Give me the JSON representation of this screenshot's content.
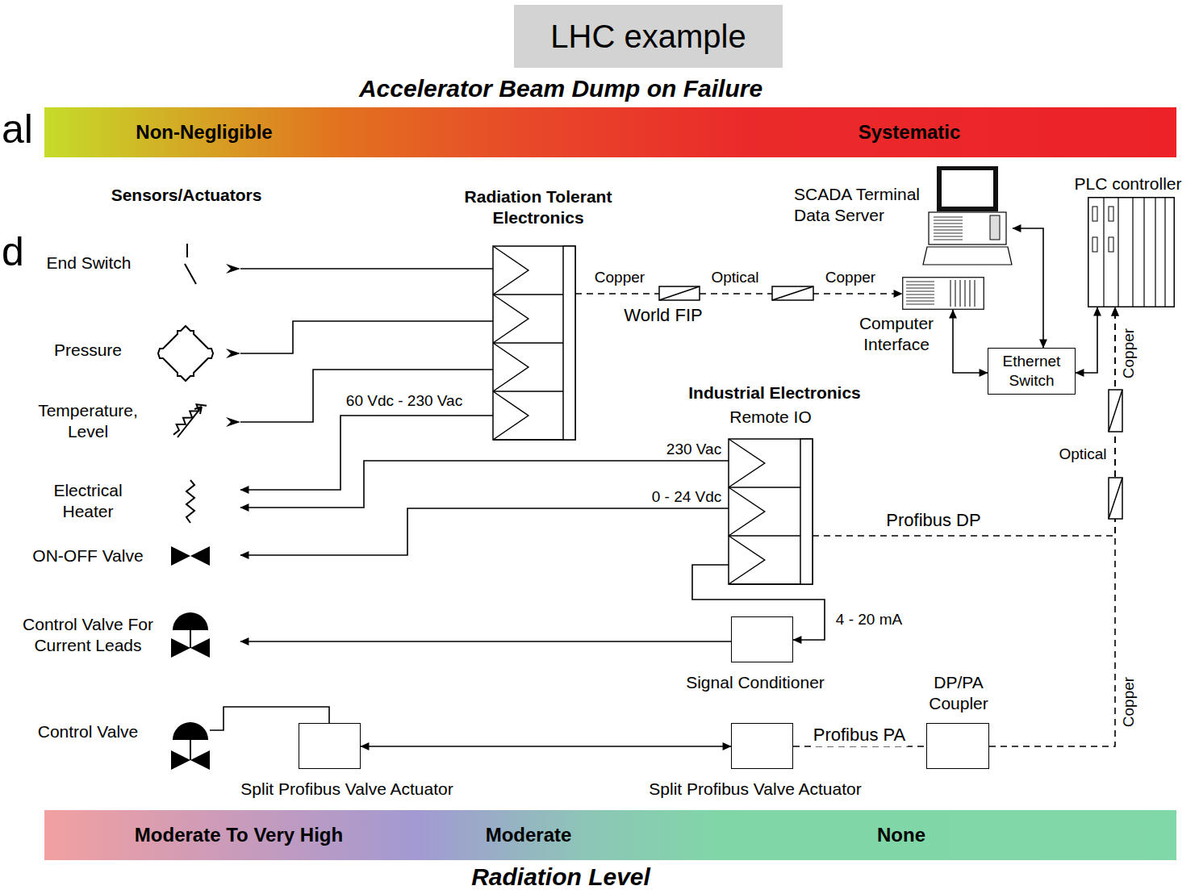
{
  "diagram": {
    "title": "LHC example",
    "nodes": [
      {
        "text": [
          "Accelerator Beam Dump on Failure",
          "Non-Negligible",
          "Systematic"
        ]
      },
      {
        "text": [
          "End Switch"
        ]
      },
      {
        "text": [
          "Pressure"
        ]
      },
      {
        "text": [
          "Temperature, Level"
        ]
      },
      {
        "text": [
          "Electrical Heater"
        ]
      },
      {
        "text": [
          "ON-OFF Valve"
        ]
      },
      {
        "text": [
          "Control Valve For Current Leads"
        ]
      },
      {
        "text": [
          "Control Valve"
        ]
      },
      {
        "text": [
          "Radiation Tolerant Electronics"
        ]
      },
      {
        "text": [
          "SCADA Terminal Data Server"
        ]
      },
      {
        "text": [
          "PLC controller"
        ]
      },
      {
        "text": [
          "Computer Interface"
        ]
      },
      {
        "text": [
          "Ethernet Switch"
        ]
      },
      {
        "text": [
          "Industrial Electronics",
          "Remote IO"
        ]
      },
      {
        "text": [
          "Signal Conditioner"
        ]
      },
      {
        "text": [
          "DP/PA Coupler"
        ]
      },
      {
        "text": [
          "Split Profibus Valve Actuator"
        ]
      },
      {
        "text": [
          "Split Profibus Valve Actuator"
        ]
      },
      {
        "text": [
          "Moderate To Very High",
          "Moderate",
          "None",
          "Radiation Level"
        ]
      }
    ],
    "edges": [
      {
        "from": 1,
        "to": 8,
        "arrow": "none"
      },
      {
        "from": 2,
        "to": 8,
        "arrow": "none"
      },
      {
        "from": 3,
        "to": 8,
        "arrow": "none"
      },
      {
        "from": 8,
        "to": 4,
        "arrow": "to",
        "label": "60 Vdc - 230 Vac"
      },
      {
        "from": 13,
        "to": 4,
        "arrow": "to",
        "label": "230 Vac"
      },
      {
        "from": 13,
        "to": 5,
        "arrow": "to",
        "label": "0 - 24 Vdc"
      },
      {
        "from": 13,
        "to": 14,
        "arrow": "to",
        "label": "4 - 20 mA"
      },
      {
        "from": 14,
        "to": 6,
        "arrow": "to"
      },
      {
        "from": 8,
        "to": 11,
        "arrow": "to",
        "label": "World FIP"
      },
      {
        "from": 11,
        "to": 12,
        "arrow": "both"
      },
      {
        "from": 9,
        "to": 12,
        "arrow": "both"
      },
      {
        "from": 12,
        "to": 10,
        "arrow": "both"
      },
      {
        "from": 13,
        "to": 10,
        "arrow": "to",
        "label": "Profibus DP"
      },
      {
        "from": 17,
        "to": 15,
        "arrow": "none",
        "label": "Profibus PA"
      },
      {
        "from": 15,
        "to": 10,
        "arrow": "to"
      },
      {
        "from": 16,
        "to": 17,
        "arrow": "both"
      },
      {
        "from": 16,
        "to": 7,
        "arrow": "none"
      }
    ],
    "labels": [
      "al",
      "d",
      "Sensors/Actuators",
      "Copper",
      "Optical",
      "Copper",
      "Copper",
      "Optical",
      "Copper"
    ]
  }
}
